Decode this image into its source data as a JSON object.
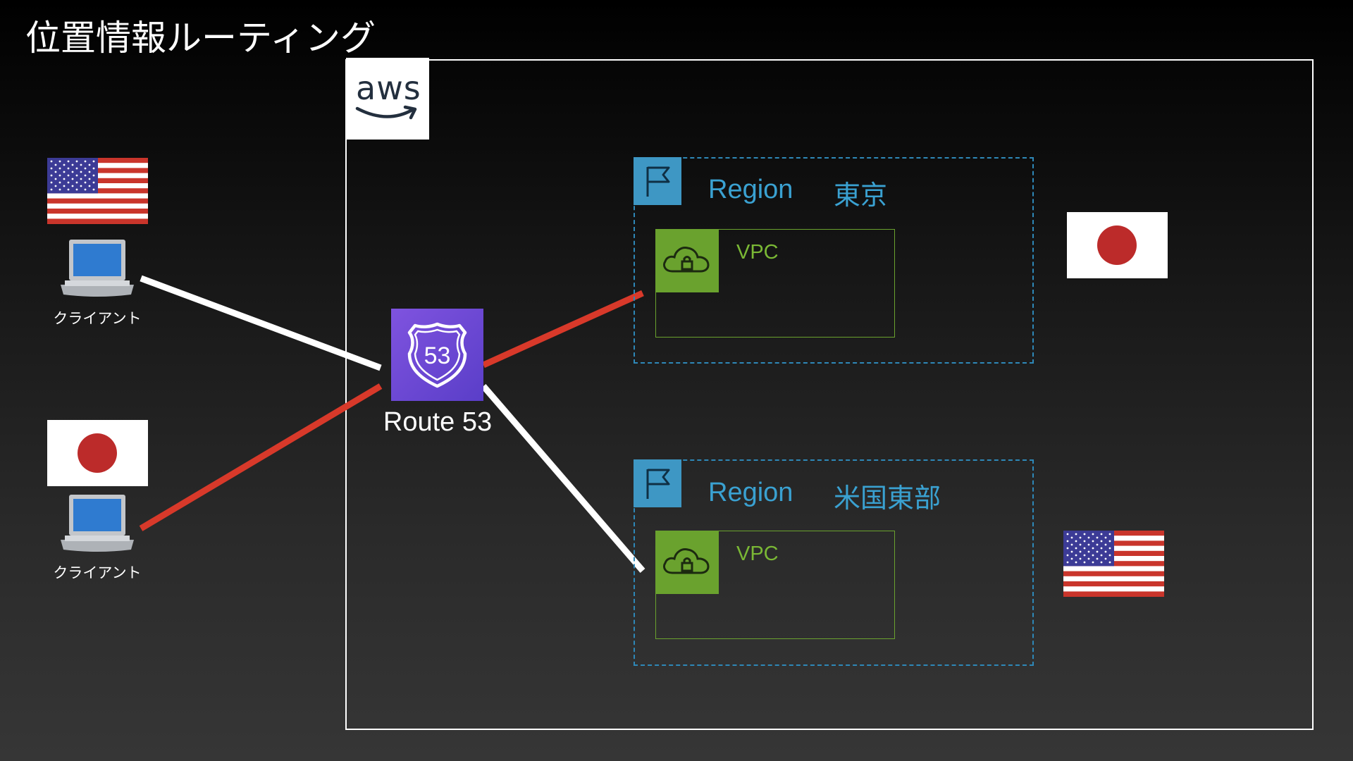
{
  "title": "位置情報ルーティング",
  "aws_logo_text": "aws",
  "route53": {
    "label": "Route 53",
    "badge_number": "53",
    "icon": "route53-shield-icon"
  },
  "clients": [
    {
      "label": "クライアント",
      "country": "United States",
      "flag_icon": "us-flag-icon"
    },
    {
      "label": "クライアント",
      "country": "Japan",
      "flag_icon": "japan-flag-icon"
    }
  ],
  "regions": [
    {
      "label": "Region",
      "name": "東京",
      "vpc_label": "VPC",
      "side_flag_icon": "japan-flag-icon"
    },
    {
      "label": "Region",
      "name": "米国東部",
      "vpc_label": "VPC",
      "side_flag_icon": "us-flag-icon"
    }
  ],
  "colors": {
    "route_red": "#d8392a",
    "route_white": "#ffffff",
    "region_blue": "#3aa1d1",
    "vpc_green": "#6aa22e",
    "route53_purple": "#6a48d7",
    "japan_red": "#bc2b2a",
    "us_red": "#c9352b",
    "us_blue": "#3c3b96"
  }
}
